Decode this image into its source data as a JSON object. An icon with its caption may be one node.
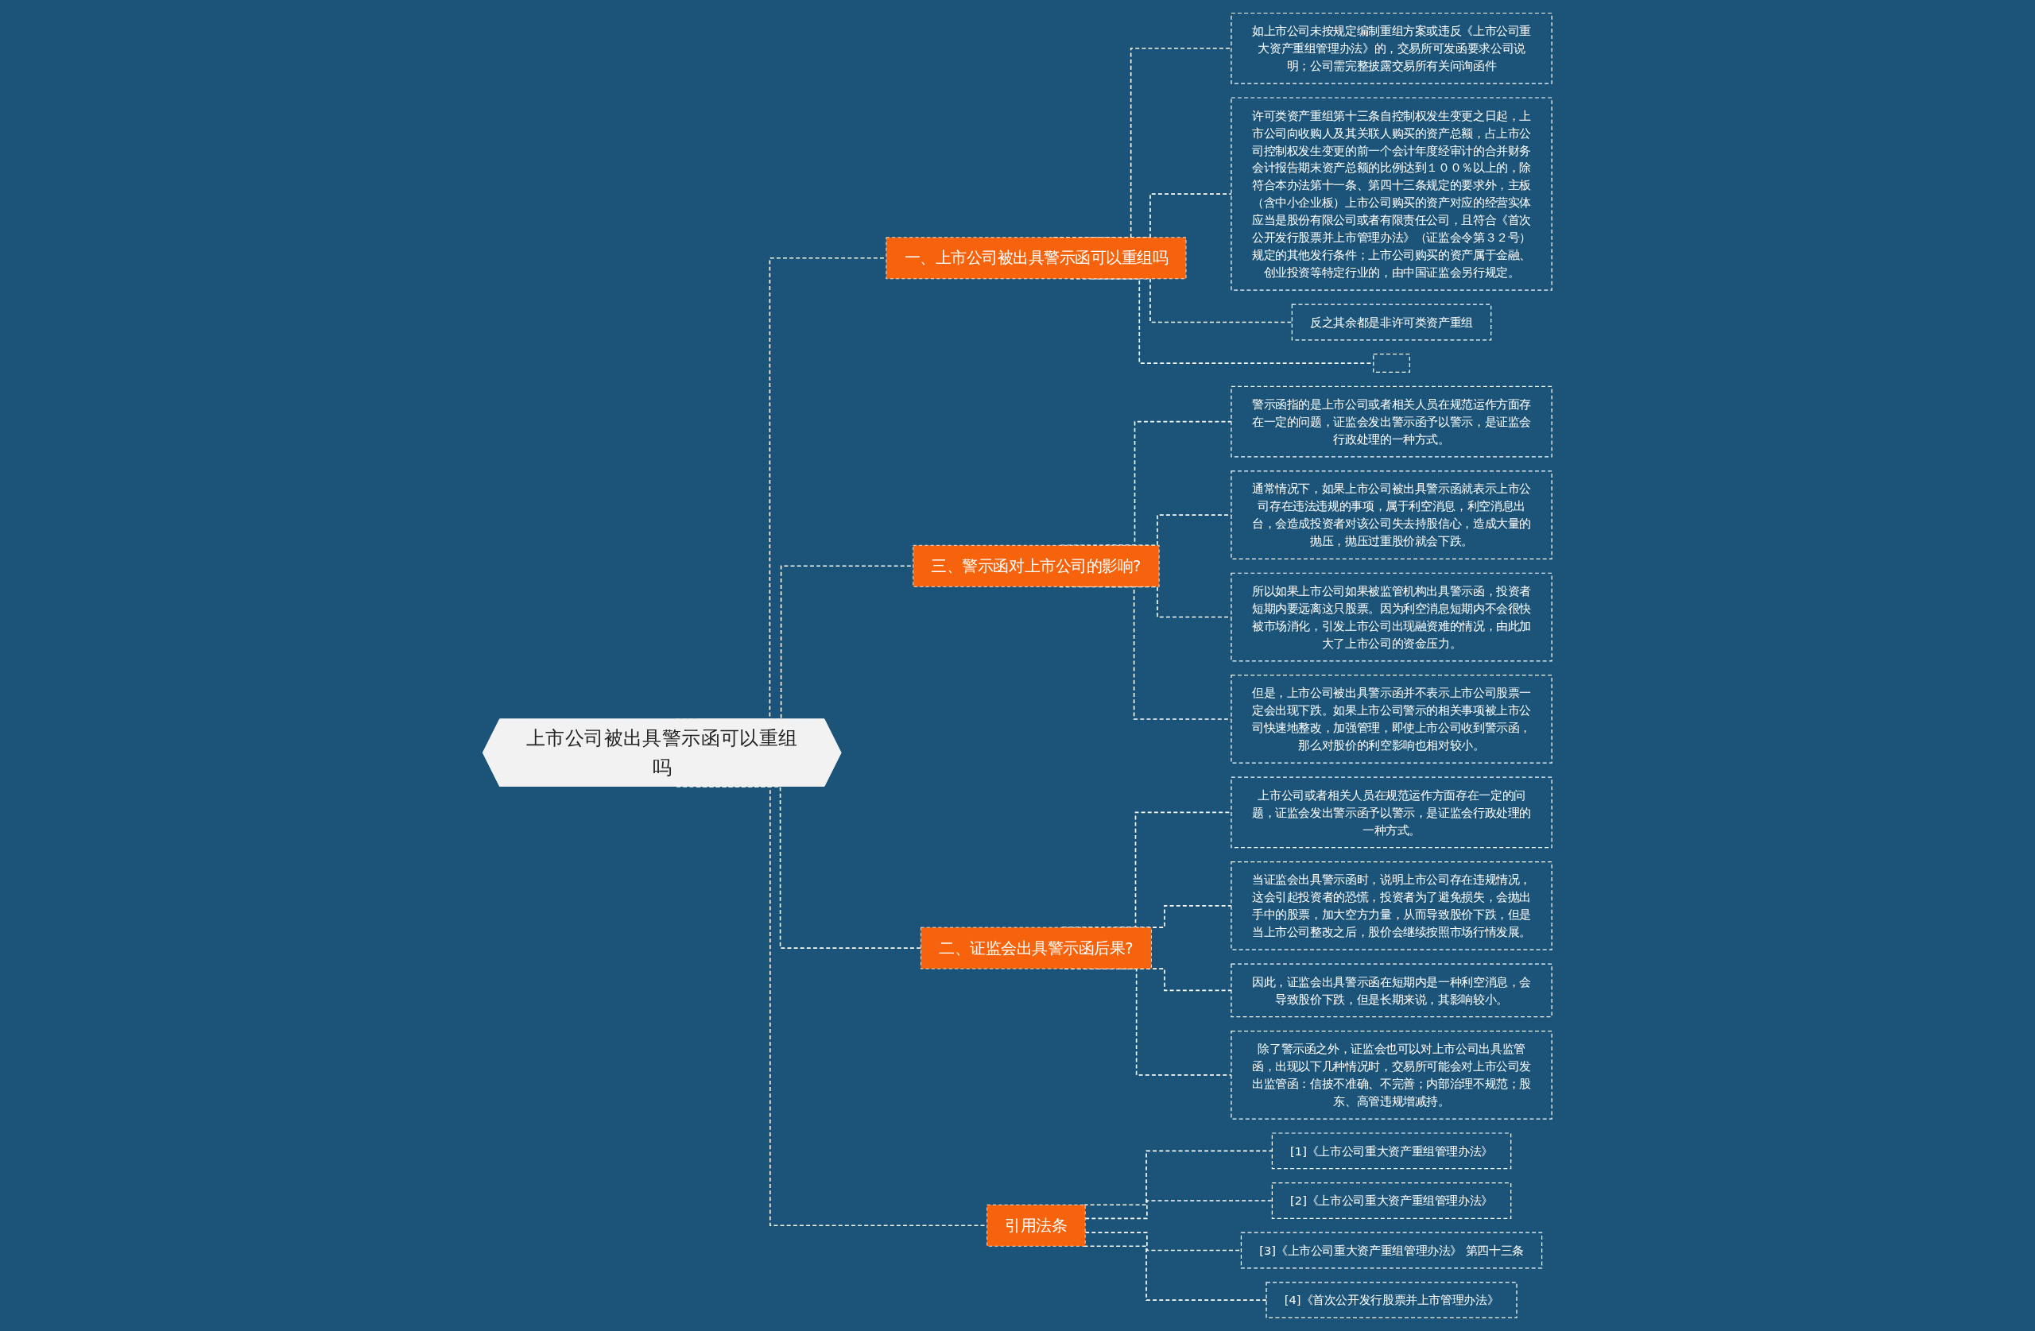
{
  "diagram": {
    "nodes": [
      {
        "text": [
          "上市公司被出具警示函可以重组吗"
        ]
      },
      {
        "text": [
          "一、上市公司被出具警示函可以重组吗"
        ]
      },
      {
        "text": [
          "如上市公司未按规定编制重组方案或违反《上市公司重大资产重组管理办法》的，交易所可发函要求公司说明；公司需完整披露交易所有关问询函件"
        ]
      },
      {
        "text": [
          "许可类资产重组第十三条自控制权发生变更之日起，上市公司向收购人及其关联人购买的资产总额，占上市公司控制权发生变更的前一个会计年度经审计的合并财务会计报告期末资产总额的比例达到１００％以上的，除符合本办法第十一条、第四十三条规定的要求外，主板（含中小企业板）上市公司购买的资产对应的经营实体应当是股份有限公司或者有限责任公司，且符合《首次公开发行股票并上市管理办法》（证监会令第３２号）规定的其他发行条件；上市公司购买的资产属于金融、创业投资等特定行业的，由中国证监会另行规定。"
        ]
      },
      {
        "text": [
          "反之其余都是非许可类资产重组"
        ]
      },
      {
        "text": [],
        "shape": "box"
      },
      {
        "text": [
          "三、警示函对上市公司的影响?"
        ]
      },
      {
        "text": [
          "警示函指的是上市公司或者相关人员在规范运作方面存在一定的问题，证监会发出警示函予以警示，是证监会行政处理的一种方式。"
        ]
      },
      {
        "text": [
          "通常情况下，如果上市公司被出具警示函就表示上市公司存在违法违规的事项，属于利空消息，利空消息出台，会造成投资者对该公司失去持股信心，造成大量的抛压，抛压过重股价就会下跌。"
        ]
      },
      {
        "text": [
          "所以如果上市公司如果被监管机构出具警示函，投资者短期内要远离这只股票。因为利空消息短期内不会很快被市场消化，引发上市公司出现融资难的情况，由此加大了上市公司的资金压力。"
        ]
      },
      {
        "text": [
          "但是，上市公司被出具警示函并不表示上市公司股票一定会出现下跌。如果上市公司警示的相关事项被上市公司快速地整改，加强管理，即使上市公司收到警示函，那么对股价的利空影响也相对较小。"
        ]
      },
      {
        "text": [
          "二、证监会出具警示函后果?"
        ]
      },
      {
        "text": [
          "上市公司或者相关人员在规范运作方面存在一定的问题，证监会发出警示函予以警示，是证监会行政处理的一种方式。"
        ]
      },
      {
        "text": [
          "当证监会出具警示函时，说明上市公司存在违规情况，这会引起投资者的恐慌，投资者为了避免损失，会抛出手中的股票，加大空方力量，从而导致股价下跌，但是当上市公司整改之后，股价会继续按照市场行情发展。"
        ]
      },
      {
        "text": [
          "因此，证监会出具警示函在短期内是一种利空消息，会导致股价下跌，但是长期来说，其影响较小。"
        ]
      },
      {
        "text": [
          "除了警示函之外，证监会也可以对上市公司出具监管函，出现以下几种情况时，交易所可能会对上市公司发出监管函：信披不准确、不完善；内部治理不规范；股东、高管违规增减持。"
        ]
      },
      {
        "text": [
          "引用法条"
        ]
      },
      {
        "text": [
          "[1]《上市公司重大资产重组管理办法》"
        ]
      },
      {
        "text": [
          "[2]《上市公司重大资产重组管理办法》"
        ]
      },
      {
        "text": [
          "[3]《上市公司重大资产重组管理办法》 第四十三条"
        ]
      },
      {
        "text": [
          "[4]《首次公开发行股票并上市管理办法》"
        ]
      }
    ],
    "edges": [
      {
        "from": 0,
        "to": 1,
        "arrow": "none",
        "style": "dashed"
      },
      {
        "from": 1,
        "to": 2,
        "arrow": "none",
        "style": "dashed"
      },
      {
        "from": 1,
        "to": 3,
        "arrow": "none",
        "style": "dashed"
      },
      {
        "from": 1,
        "to": 4,
        "arrow": "none",
        "style": "dashed"
      },
      {
        "from": 1,
        "to": 5,
        "arrow": "none",
        "style": "dashed"
      },
      {
        "from": 0,
        "to": 6,
        "arrow": "none",
        "style": "dashed"
      },
      {
        "from": 6,
        "to": 7,
        "arrow": "none",
        "style": "dashed"
      },
      {
        "from": 6,
        "to": 8,
        "arrow": "none",
        "style": "dashed"
      },
      {
        "from": 6,
        "to": 9,
        "arrow": "none",
        "style": "dashed"
      },
      {
        "from": 6,
        "to": 10,
        "arrow": "none",
        "style": "dashed"
      },
      {
        "from": 0,
        "to": 11,
        "arrow": "none",
        "style": "dashed"
      },
      {
        "from": 11,
        "to": 12,
        "arrow": "none",
        "style": "dashed"
      },
      {
        "from": 11,
        "to": 13,
        "arrow": "none",
        "style": "dashed"
      },
      {
        "from": 11,
        "to": 14,
        "arrow": "none",
        "style": "dashed"
      },
      {
        "from": 11,
        "to": 15,
        "arrow": "none",
        "style": "dashed"
      },
      {
        "from": 0,
        "to": 16,
        "arrow": "none",
        "style": "dashed"
      },
      {
        "from": 16,
        "to": 17,
        "arrow": "none",
        "style": "dashed"
      },
      {
        "from": 16,
        "to": 18,
        "arrow": "none",
        "style": "dashed"
      },
      {
        "from": 16,
        "to": 19,
        "arrow": "none",
        "style": "dashed"
      },
      {
        "from": 16,
        "to": 20,
        "arrow": "none",
        "style": "dashed"
      }
    ]
  }
}
